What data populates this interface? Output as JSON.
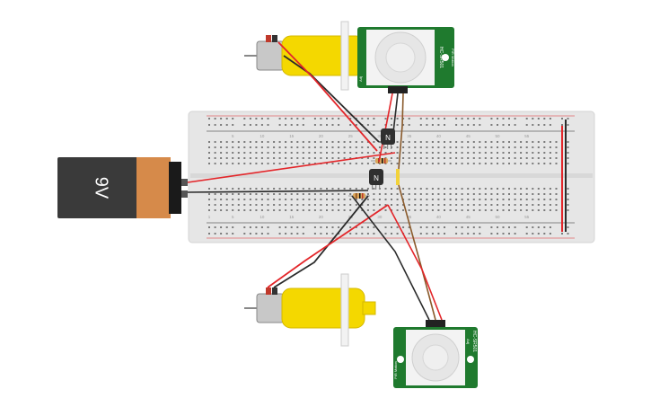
{
  "battery": {
    "label": "9V"
  },
  "sensor_top": {
    "model": "HC-SR501",
    "brand_text": "PIR Motion",
    "side_text": "Adj"
  },
  "sensor_bottom": {
    "model": "HC-SR501",
    "brand_text": "PIR Motion",
    "side_text": "Adj"
  },
  "transistor_top": {
    "label": "N"
  },
  "transistor_bottom": {
    "label": "N"
  },
  "breadboard": {
    "column_numbers_top": [
      "5",
      "10",
      "15",
      "20",
      "25",
      "30",
      "35",
      "40",
      "45",
      "50",
      "55"
    ],
    "column_numbers_bottom": [
      "1",
      "5",
      "10",
      "15",
      "20",
      "25",
      "30",
      "35",
      "40",
      "45",
      "50",
      "55"
    ]
  },
  "colors": {
    "breadboard": "#e6e6e6",
    "rail_red": "#e0262b",
    "rail_black": "#222222",
    "wire_red": "#e3262a",
    "wire_black": "#2b2b2b",
    "wire_brown": "#8a5a2b",
    "motor_yellow": "#f4d800",
    "pcb_green": "#1f7a2e",
    "battery_body": "#3a3a3a",
    "battery_label": "#d68a4a"
  }
}
